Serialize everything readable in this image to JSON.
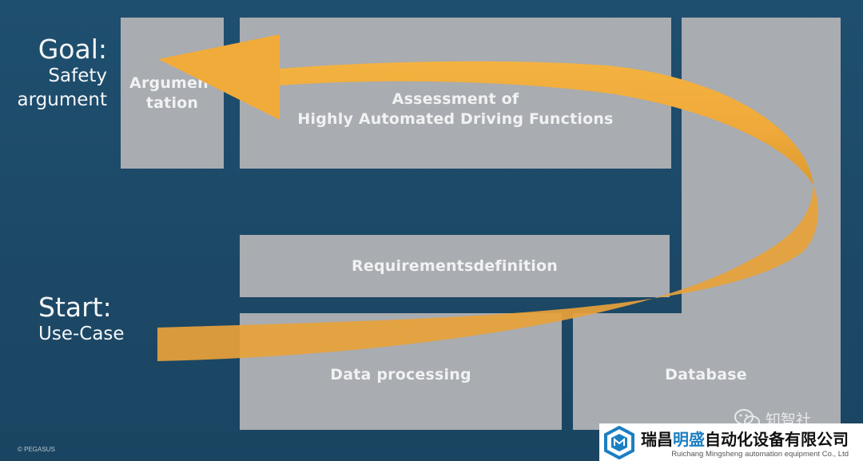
{
  "labels": {
    "goal_title": "Goal:",
    "goal_line1": "Safety",
    "goal_line2": "argument",
    "start_title": "Start:",
    "start_sub": "Use-Case"
  },
  "boxes": {
    "argumentation_line1": "Argumen-",
    "argumentation_line2": "tation",
    "assessment_line1": "Assessment of",
    "assessment_line2": "Highly Automated Driving Functions",
    "requirements": "Requirementsdefinition",
    "data_processing": "Data processing",
    "database": "Database"
  },
  "footer": {
    "copyright": "© PEGASUS"
  },
  "watermark": {
    "text": "知智社",
    "icon": "wechat-icon"
  },
  "company": {
    "name_part1": "瑞昌",
    "name_highlight": "明盛",
    "name_part2": "自动化设备有限公司",
    "english": "Ruichang Mingsheng automation equipment Co., Ltd",
    "logo_icon": "mingsheng-logo-icon"
  },
  "colors": {
    "background": "#1d4b6a",
    "box": "#a9acb0",
    "arrow": "#f0a93a",
    "arrow_dark": "#d9952e",
    "brand_blue": "#1c7fc2"
  }
}
